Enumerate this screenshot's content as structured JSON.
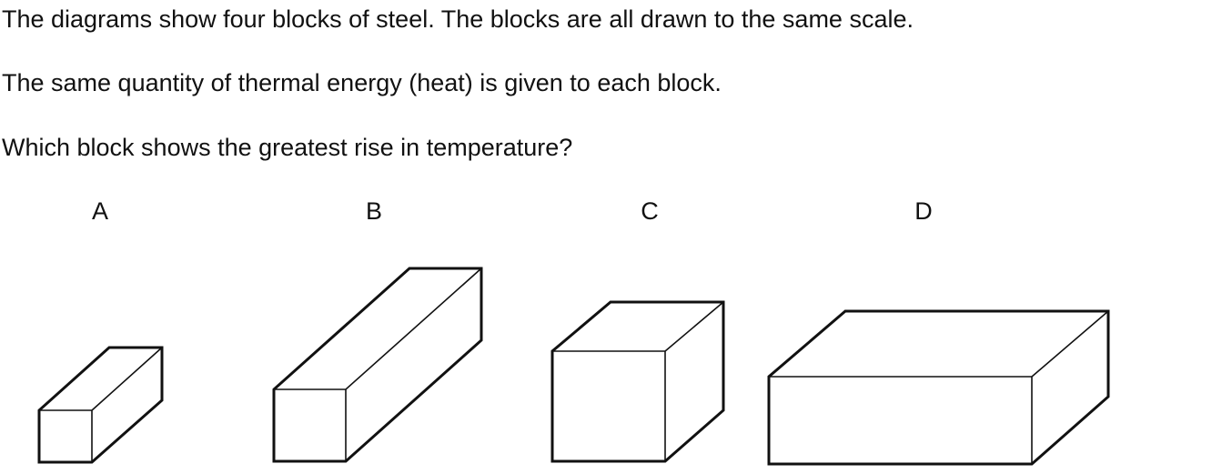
{
  "question": {
    "line1": "The diagrams show four blocks of steel. The blocks are all drawn to the same scale.",
    "line2": "The same quantity of thermal energy (heat) is given to each block.",
    "line3": "Which block shows the greatest rise in temperature?"
  },
  "options": {
    "a": "A",
    "b": "B",
    "c": "C",
    "d": "D"
  }
}
